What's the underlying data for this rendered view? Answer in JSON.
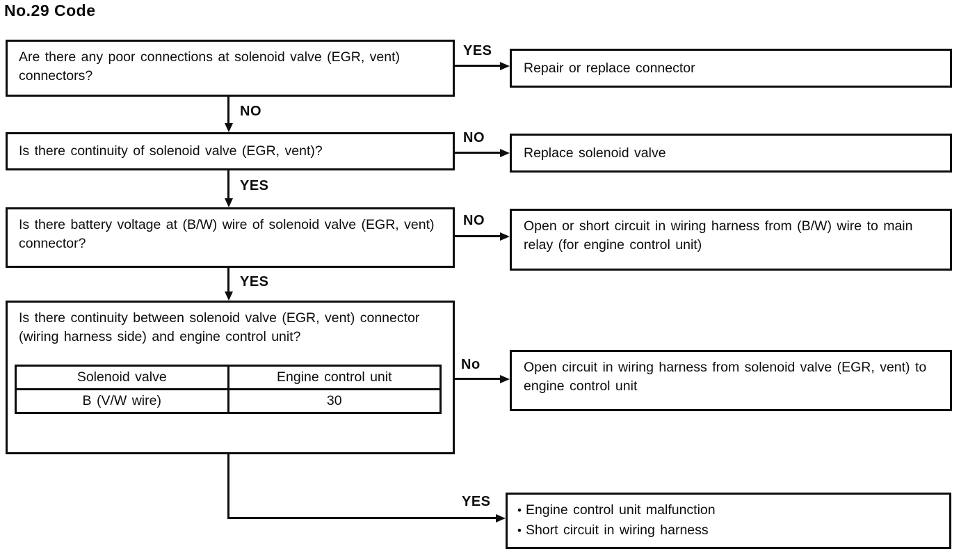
{
  "title": "No.29 Code",
  "bullet": "•",
  "steps": {
    "q1": {
      "text": "Are there any poor connections at solenoid valve (EGR, vent) connectors?",
      "branch_label": "YES",
      "down_label": "NO"
    },
    "q2": {
      "text": "Is there continuity of solenoid valve (EGR, vent)?",
      "branch_label": "NO",
      "down_label": "YES"
    },
    "q3": {
      "text": "Is there battery voltage at (B/W) wire of solenoid valve (EGR, vent) connector?",
      "branch_label": "NO",
      "down_label": "YES"
    },
    "q4": {
      "text": "Is there continuity between solenoid valve (EGR, vent) connector (wiring harness side) and engine control unit?",
      "branch_label": "No",
      "down_label": "YES"
    }
  },
  "results": {
    "r1": "Repair or replace connector",
    "r2": "Replace solenoid valve",
    "r3": "Open or short circuit in wiring harness from (B/W) wire to main relay (for engine control unit)",
    "r4": "Open circuit in wiring harness from solenoid valve (EGR, vent) to engine control unit",
    "r5": [
      "Engine control unit malfunction",
      "Short circuit in wiring harness"
    ]
  },
  "table": {
    "headers": [
      "Solenoid valve",
      "Engine control unit"
    ],
    "rows": [
      [
        "B (V/W wire)",
        "30"
      ]
    ]
  }
}
